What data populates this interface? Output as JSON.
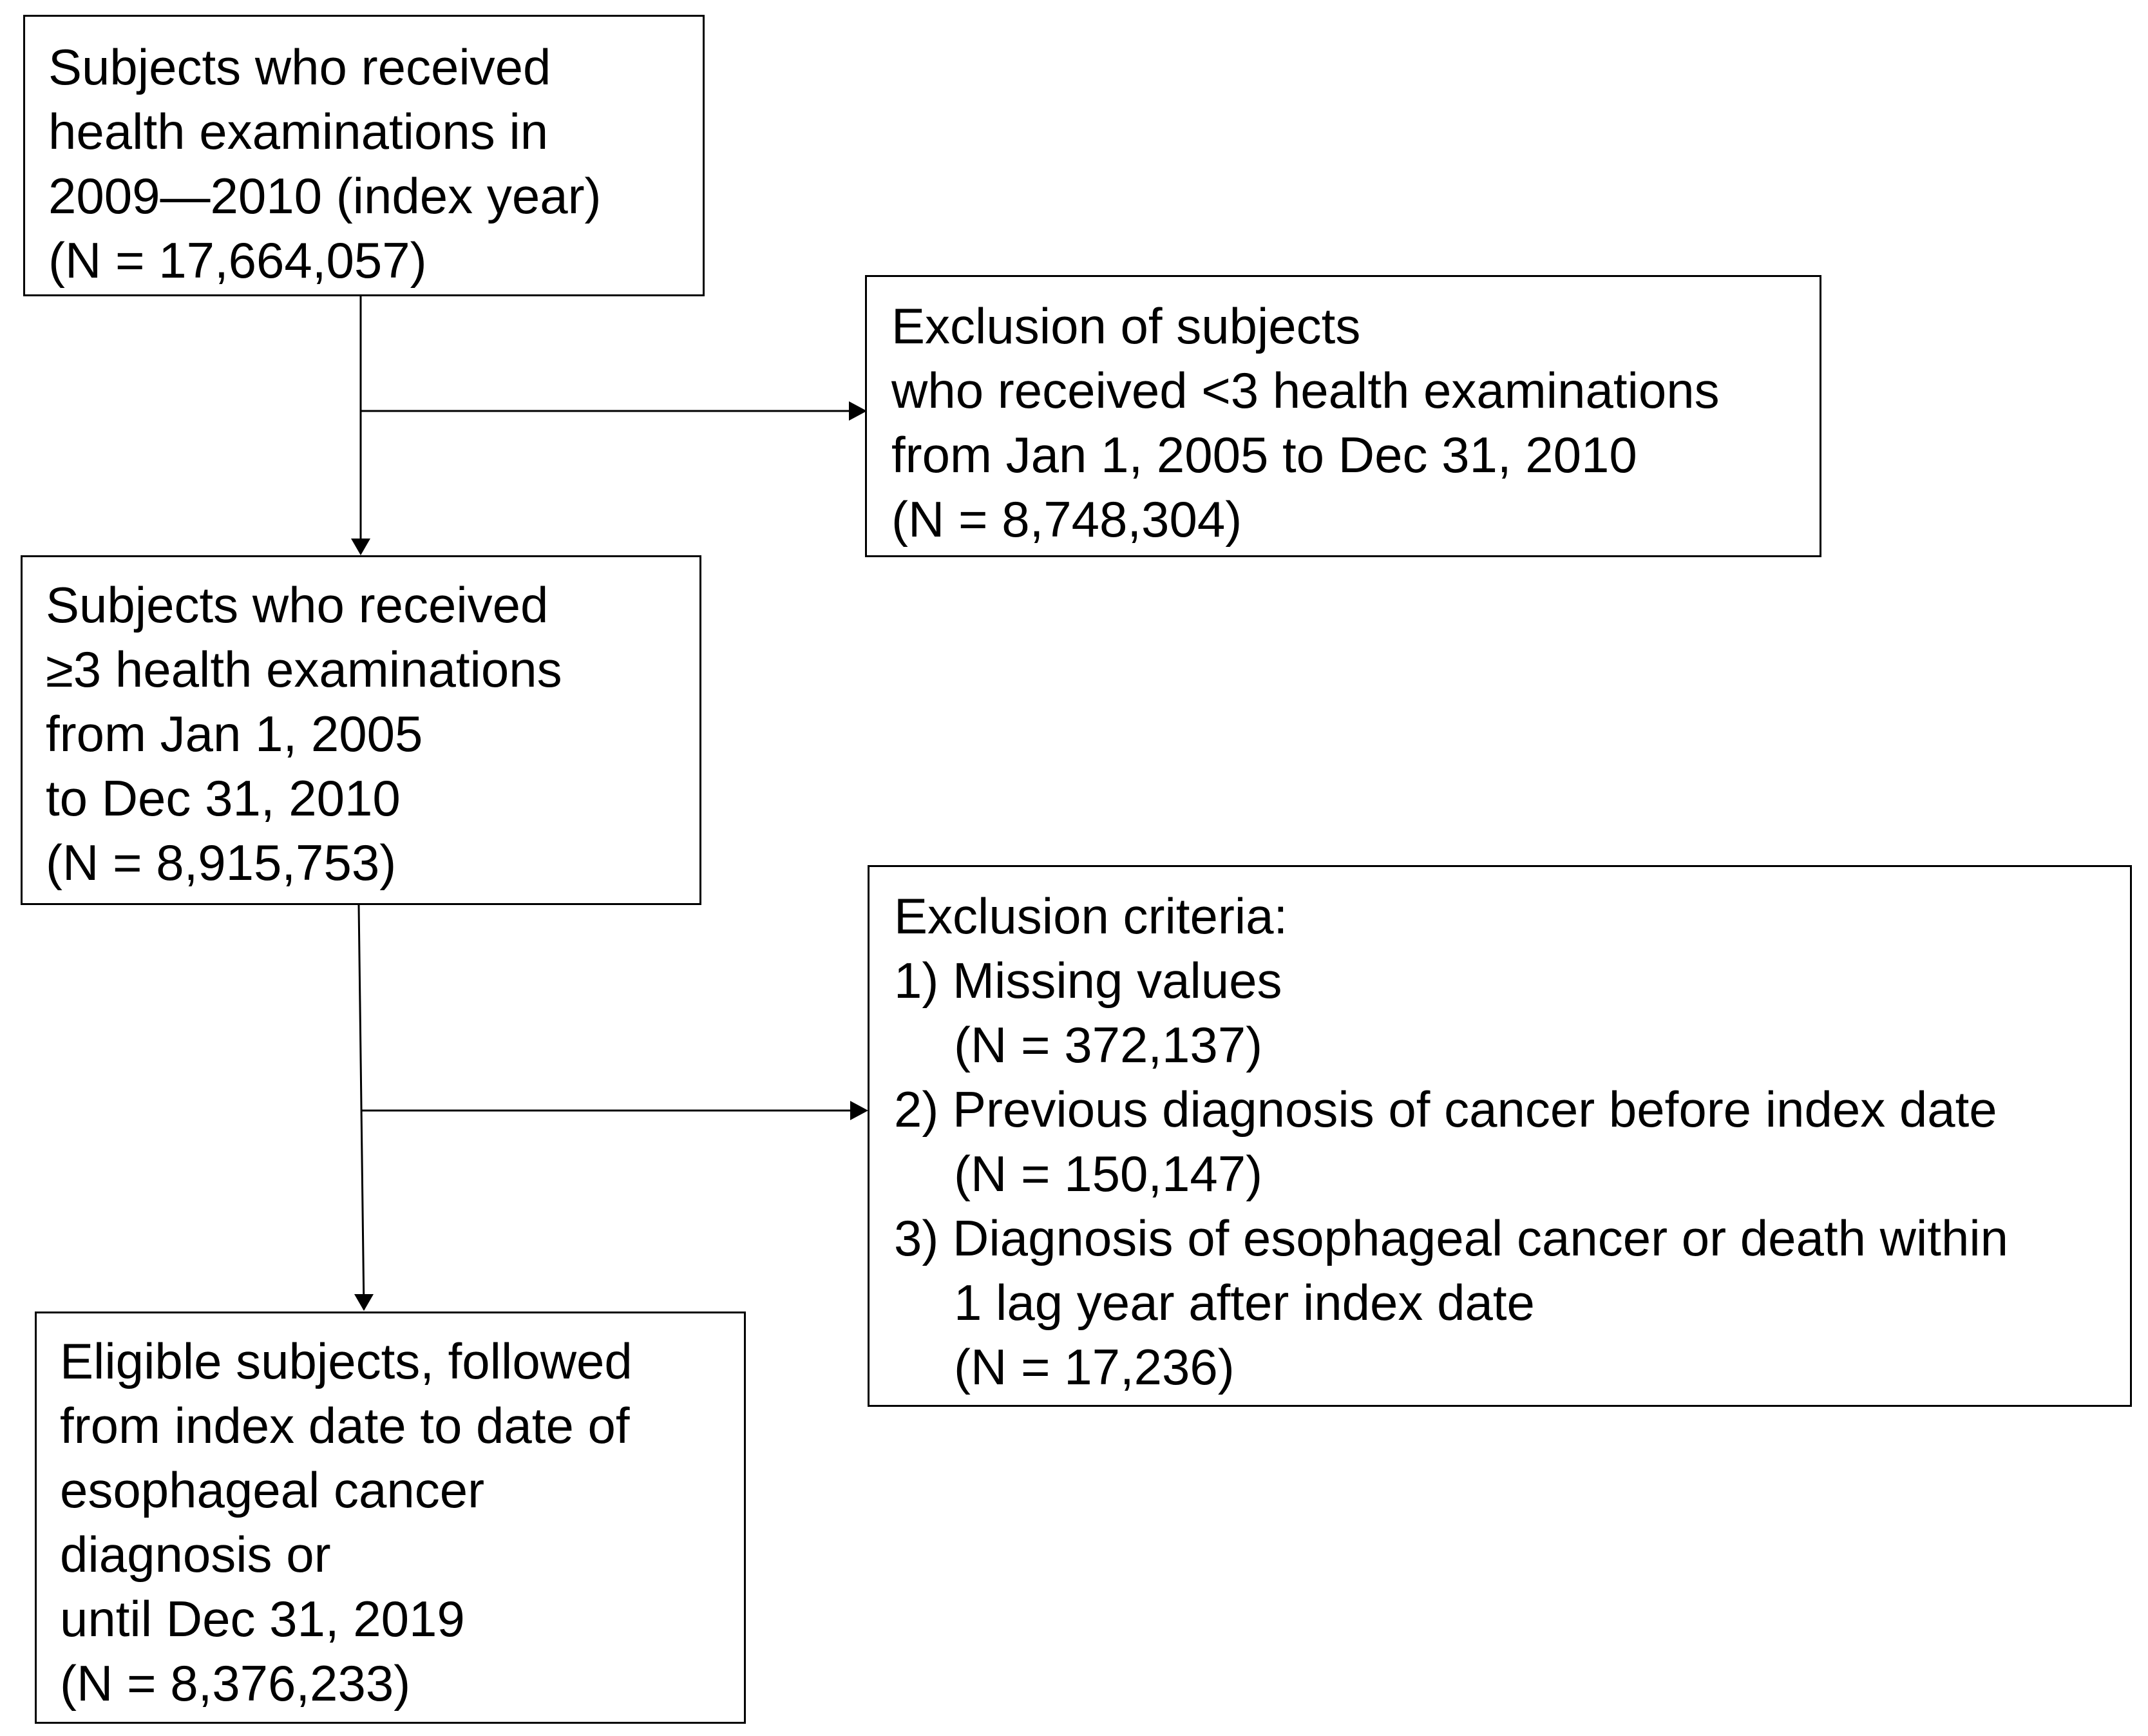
{
  "flowchart": {
    "box1": {
      "lines": [
        "Subjects who received",
        "health examinations in",
        "2009—2010 (index year)",
        "(N = 17,664,057)"
      ]
    },
    "exclusion1": {
      "lines": [
        "Exclusion of subjects",
        "who received <3 health examinations",
        "from Jan 1, 2005 to Dec 31, 2010",
        "(N = 8,748,304)"
      ]
    },
    "box2": {
      "lines": [
        "Subjects who received",
        "≥3 health examinations",
        "from Jan 1, 2005",
        "to Dec 31, 2010",
        "(N = 8,915,753)"
      ]
    },
    "exclusion2": {
      "heading": "Exclusion criteria:",
      "items": [
        {
          "label": "1) Missing values",
          "count": "(N = 372,137)"
        },
        {
          "label": "2) Previous diagnosis of cancer before index date",
          "count": "(N = 150,147)"
        },
        {
          "label": "3) Diagnosis of esophageal cancer or death within",
          "continuation": "1 lag year after index date",
          "count": "(N = 17,236)"
        }
      ]
    },
    "box3": {
      "lines": [
        "Eligible subjects, followed",
        "from index date to date of",
        "esophageal cancer",
        "diagnosis or",
        "until Dec 31, 2019",
        "(N = 8,376,233)"
      ]
    }
  }
}
